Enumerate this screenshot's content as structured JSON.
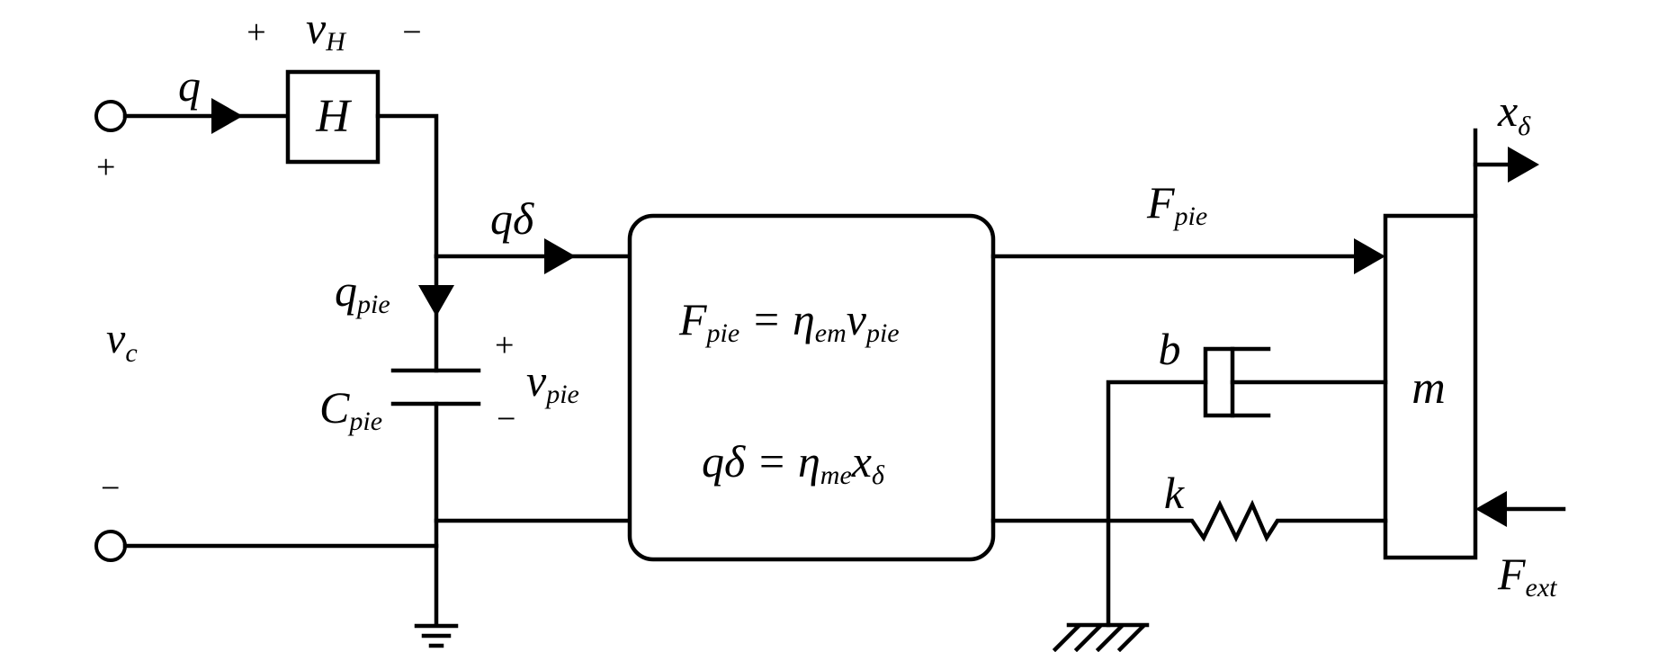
{
  "terminal_labels": {
    "plus_top": "+",
    "minus_bottom": "−",
    "source_voltage": "v",
    "source_voltage_sub": "c"
  },
  "H_block": {
    "label": "H",
    "voltage": "v",
    "voltage_sub": "H",
    "plus": "+",
    "minus": "−"
  },
  "currents": {
    "q": "q",
    "q_delta": "qδ",
    "q_pie": "q",
    "q_pie_sub": "pie"
  },
  "capacitor": {
    "label": "C",
    "label_sub": "pie",
    "voltage": "v",
    "voltage_sub": "pie",
    "plus": "+",
    "minus": "−"
  },
  "transducer": {
    "eq1": {
      "lhs": "F",
      "lhs_sub": "pie",
      "mid": " = η",
      "mid_sub": "em",
      "rhs": "v",
      "rhs_sub": "pie"
    },
    "eq2": {
      "lhs": "qδ = η",
      "lhs_sub": "me",
      "rhs": "x",
      "rhs_sub": "δ"
    }
  },
  "mechanical": {
    "force": "F",
    "force_sub": "pie",
    "damper": "b",
    "spring": "k",
    "mass": "m",
    "displacement": "x",
    "displacement_sub": "δ",
    "ext_force": "F",
    "ext_force_sub": "ext"
  }
}
